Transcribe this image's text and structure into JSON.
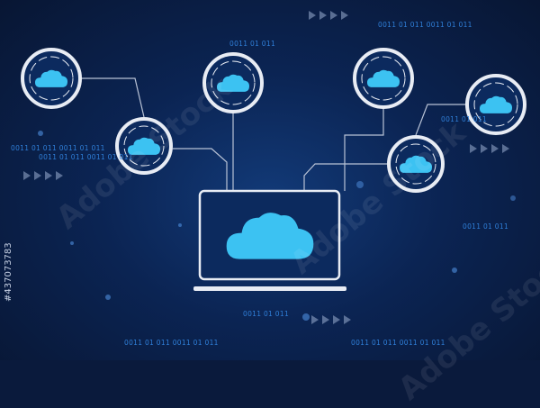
{
  "binary_strings": [
    "0011 01  011",
    "0011 01  011   0011 01  011",
    "0011 01  011   0011 01  011",
    "0011 01  011   0011 01  011",
    "0011 01  011",
    "0011 01  011  0011 01  011",
    "0011 01  011  0011 01  011",
    "0011 01  011",
    "0011 01  011"
  ],
  "watermark": {
    "brand": "Adobe Stock",
    "id": "#437073783"
  },
  "colors": {
    "background": "#0b2453",
    "cloud": "#3cc2f2",
    "ring": "#e8ecf4",
    "line": "#b9c3d6",
    "binary": "#2f7fd8"
  },
  "nodes_icon": "cloud-icon"
}
